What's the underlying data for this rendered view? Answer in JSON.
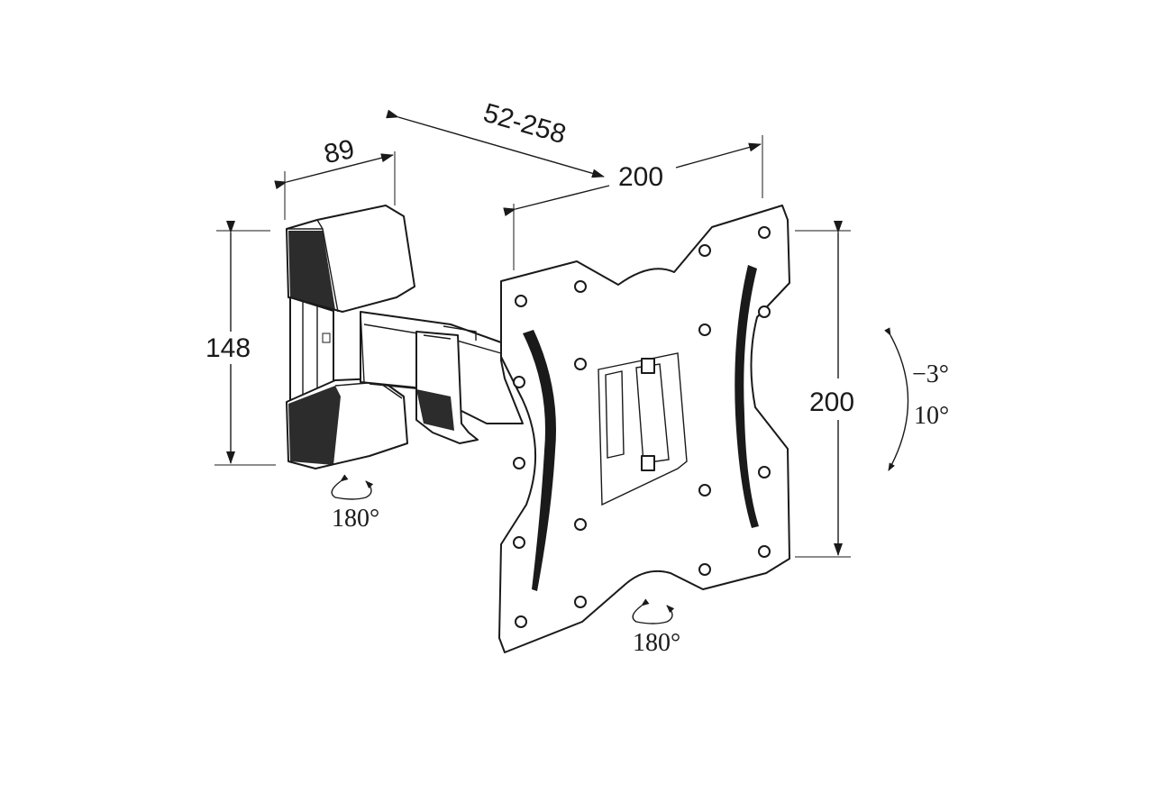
{
  "dimensions": {
    "wall_plate_width": "89",
    "extension_range": "52-258",
    "vesa_width": "200",
    "vesa_height": "200",
    "wall_plate_height": "148"
  },
  "rotation": {
    "wall_swivel": "180°",
    "plate_swivel": "180°",
    "tilt_up": "−3°",
    "tilt_down": "10°"
  },
  "colors": {
    "line": "#1a1a1a",
    "background": "#ffffff"
  }
}
